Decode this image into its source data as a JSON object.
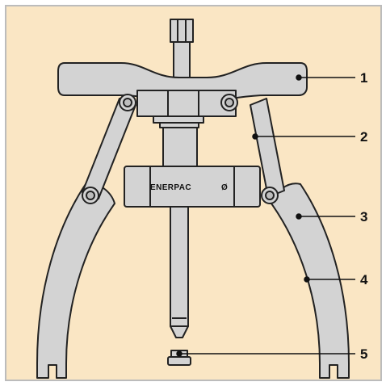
{
  "diagram": {
    "subject": "three-jaw mechanical puller",
    "brand_label": "ENERPAC",
    "brand_mark": "Ø",
    "callouts": [
      {
        "number": "1",
        "part": "crossbar"
      },
      {
        "number": "2",
        "part": "link arm"
      },
      {
        "number": "3",
        "part": "jaw pivot"
      },
      {
        "number": "4",
        "part": "jaw"
      },
      {
        "number": "5",
        "part": "screw point adapter"
      }
    ],
    "colors": {
      "background": "#fae6c4",
      "part_fill": "#d3d3d3",
      "outline": "#222222",
      "border": "#bcbcbc"
    }
  }
}
